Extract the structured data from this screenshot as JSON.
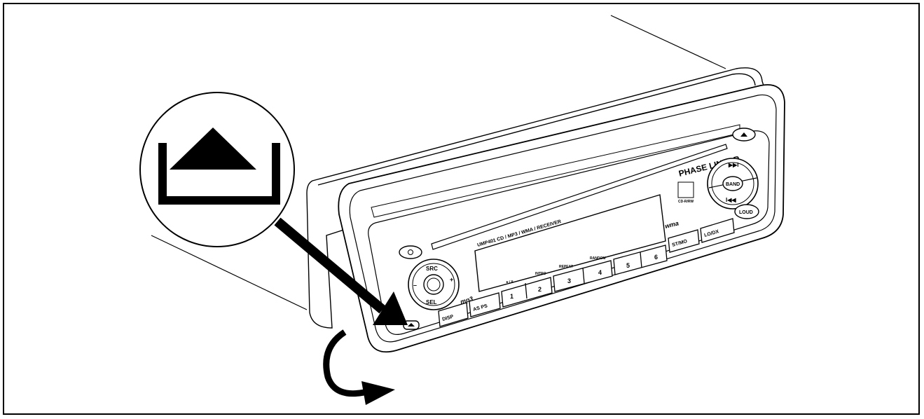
{
  "device": {
    "model_text": "UMP401 CD / MP3 / WMA / RECEIVER",
    "brand_text": "PHASE LINEAR",
    "buttons": {
      "src": "SRC",
      "sel": "SEL",
      "plus": "+",
      "minus": "–",
      "disp": "DISP",
      "asps": "AS PS",
      "preset1": "1",
      "preset2": "2",
      "preset3": "3",
      "preset4": "4",
      "preset5": "5",
      "preset6": "6",
      "stmo": "ST/MO",
      "lodx": "LO/DX",
      "loud": "LOUD",
      "band": "BAND"
    },
    "preset_captions": {
      "play_pause": "►/ ll",
      "intro": "INTRO",
      "repeat": "REPEAT",
      "random": "RANDOM"
    },
    "format_marks": {
      "mp3": "mp3",
      "wma": "wma",
      "cd_rw": "CD-R/RW"
    }
  }
}
